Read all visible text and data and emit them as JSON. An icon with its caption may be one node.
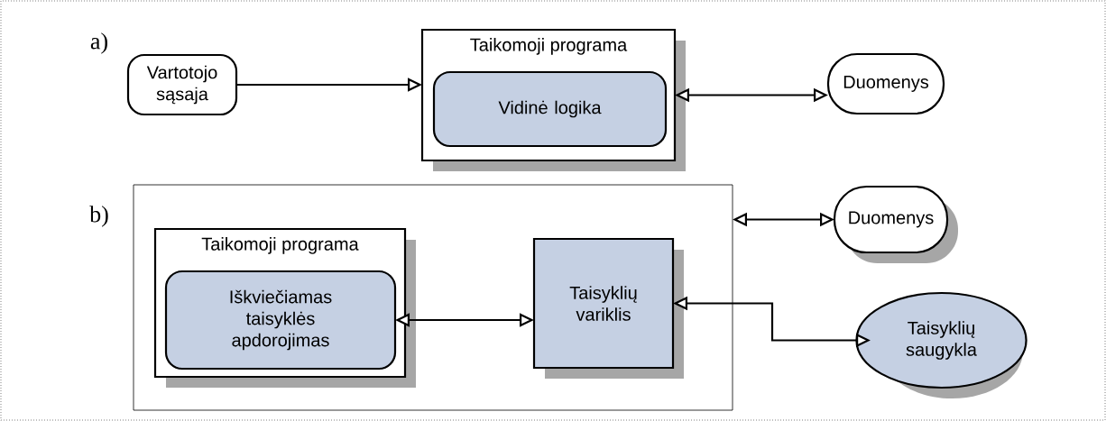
{
  "diagram": {
    "nodes": [
      {
        "text": [
          "Vartotojo sąsaja"
        ]
      },
      {
        "text": [
          "Taikomoji programa"
        ]
      },
      {
        "text": [
          "Vidinė logika"
        ],
        "in": 1
      },
      {
        "text": [
          "Duomenys"
        ]
      },
      {
        "text": [],
        "shape": "box"
      },
      {
        "text": [
          "Taikomoji programa"
        ],
        "in": 4
      },
      {
        "text": [
          "Iškviečiamas taisyklės apdorojimas"
        ],
        "in": 5
      },
      {
        "text": [
          "Taisyklių variklis"
        ],
        "in": 4
      },
      {
        "text": [
          "Duomenys"
        ]
      },
      {
        "text": [
          "Taisyklių saugykla"
        ]
      }
    ],
    "edges": [
      {
        "from": 0,
        "to": 1,
        "arrow": "to"
      },
      {
        "from": 1,
        "to": 3,
        "arrow": "both"
      },
      {
        "from": 8,
        "to": 4,
        "arrow": "both"
      },
      {
        "from": 6,
        "to": 7,
        "arrow": "both"
      },
      {
        "from": 7,
        "to": 9,
        "arrow": "both"
      }
    ],
    "labels": [
      "a)",
      "b)"
    ]
  }
}
